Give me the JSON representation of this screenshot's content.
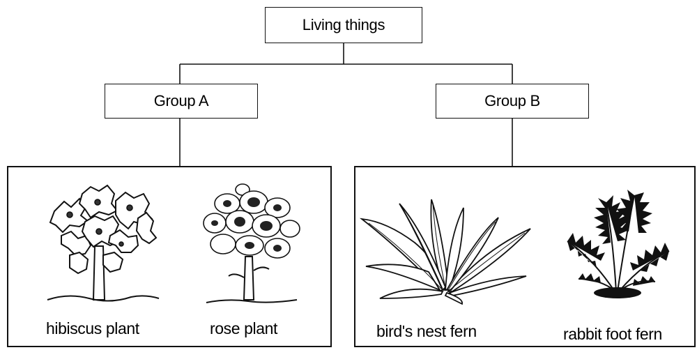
{
  "root": {
    "label": "Living things"
  },
  "groups": [
    {
      "label": "Group A",
      "plants": [
        {
          "name": "hibiscus plant",
          "icon": "hibiscus-plant-icon"
        },
        {
          "name": "rose plant",
          "icon": "rose-plant-icon"
        }
      ]
    },
    {
      "label": "Group B",
      "plants": [
        {
          "name": "bird's nest fern",
          "icon": "birds-nest-fern-icon"
        },
        {
          "name": "rabbit foot fern",
          "icon": "rabbit-foot-fern-icon"
        }
      ]
    }
  ]
}
